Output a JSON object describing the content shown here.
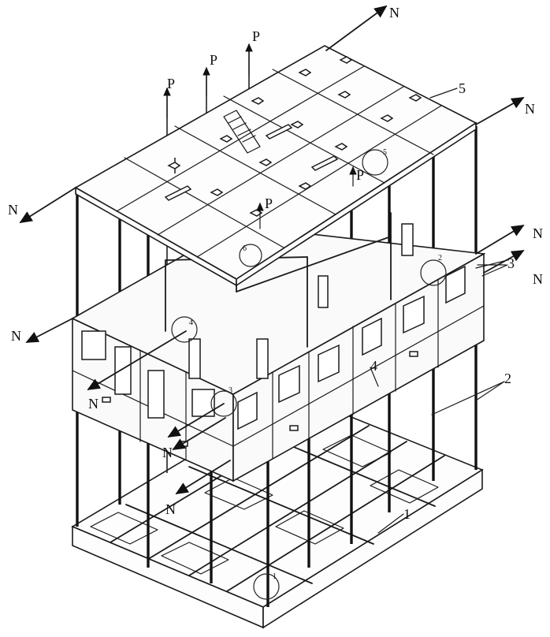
{
  "labels": {
    "force_n": "N",
    "force_p": "P",
    "item_1": "1",
    "item_2": "2",
    "item_3": "3",
    "item_4": "4",
    "item_5": "5",
    "detail_1": "1",
    "detail_2": "2",
    "detail_3": "3",
    "detail_4": "4",
    "detail_5": "5",
    "detail_6": "6"
  }
}
